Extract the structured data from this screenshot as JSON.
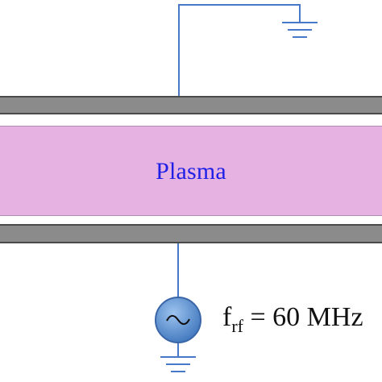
{
  "diagram": {
    "plasma_label": "Plasma",
    "frequency_label": {
      "symbol": "f",
      "subscript": "rf",
      "value": " = 60 MHz"
    },
    "source_glyph": "~"
  },
  "colors": {
    "wire": "#4a78c8",
    "electrode": "#8b8b8b",
    "plasma": "#e5b2e1",
    "plasma_text": "#1f1fe6",
    "source_fill": "#4f86c6"
  },
  "icons": {
    "top_ground": "ground-icon",
    "bottom_ground": "ground-icon",
    "rf_source": "ac-source-icon"
  }
}
